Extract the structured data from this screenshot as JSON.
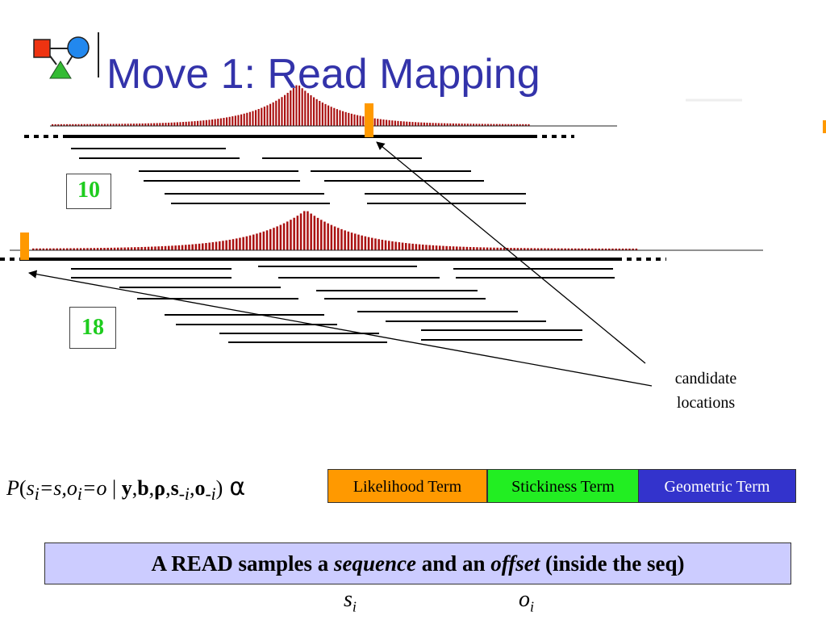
{
  "slide": {
    "title": "Move 1:  Read Mapping",
    "block1_count": "10",
    "block2_count": "18",
    "callout_line1": "candidate",
    "callout_line2": "locations",
    "formula": {
      "p": "P",
      "s_sym": "s",
      "i_sub": "i",
      "eq_s": "=s,",
      "o_sym": "o",
      "eq_o": "=o",
      "bar": " | ",
      "y": "y",
      "b": "b",
      "rho": "ρ",
      "s_bold": "s",
      "neg_i": "-i",
      "o_bold": "o",
      "alpha": "α"
    },
    "terms": [
      {
        "label": "Likelihood Term",
        "color": "#ff9900"
      },
      {
        "label": "Stickiness Term",
        "color": "#22ee22"
      },
      {
        "label": "Geometric Term",
        "color": "#3333cc"
      }
    ],
    "banner": {
      "part1": "A READ samples a ",
      "sequence": "sequence",
      "part2": " and an ",
      "offset": "offset",
      "part3": " (inside the seq)"
    },
    "labels": {
      "s": "s",
      "o": "o",
      "sub": "i"
    },
    "colors": {
      "title": "#3333aa",
      "histogram": "#aa1111",
      "marker": "#ff9900",
      "count_text": "#1ecc1e",
      "banner_bg": "#ccccff"
    }
  }
}
